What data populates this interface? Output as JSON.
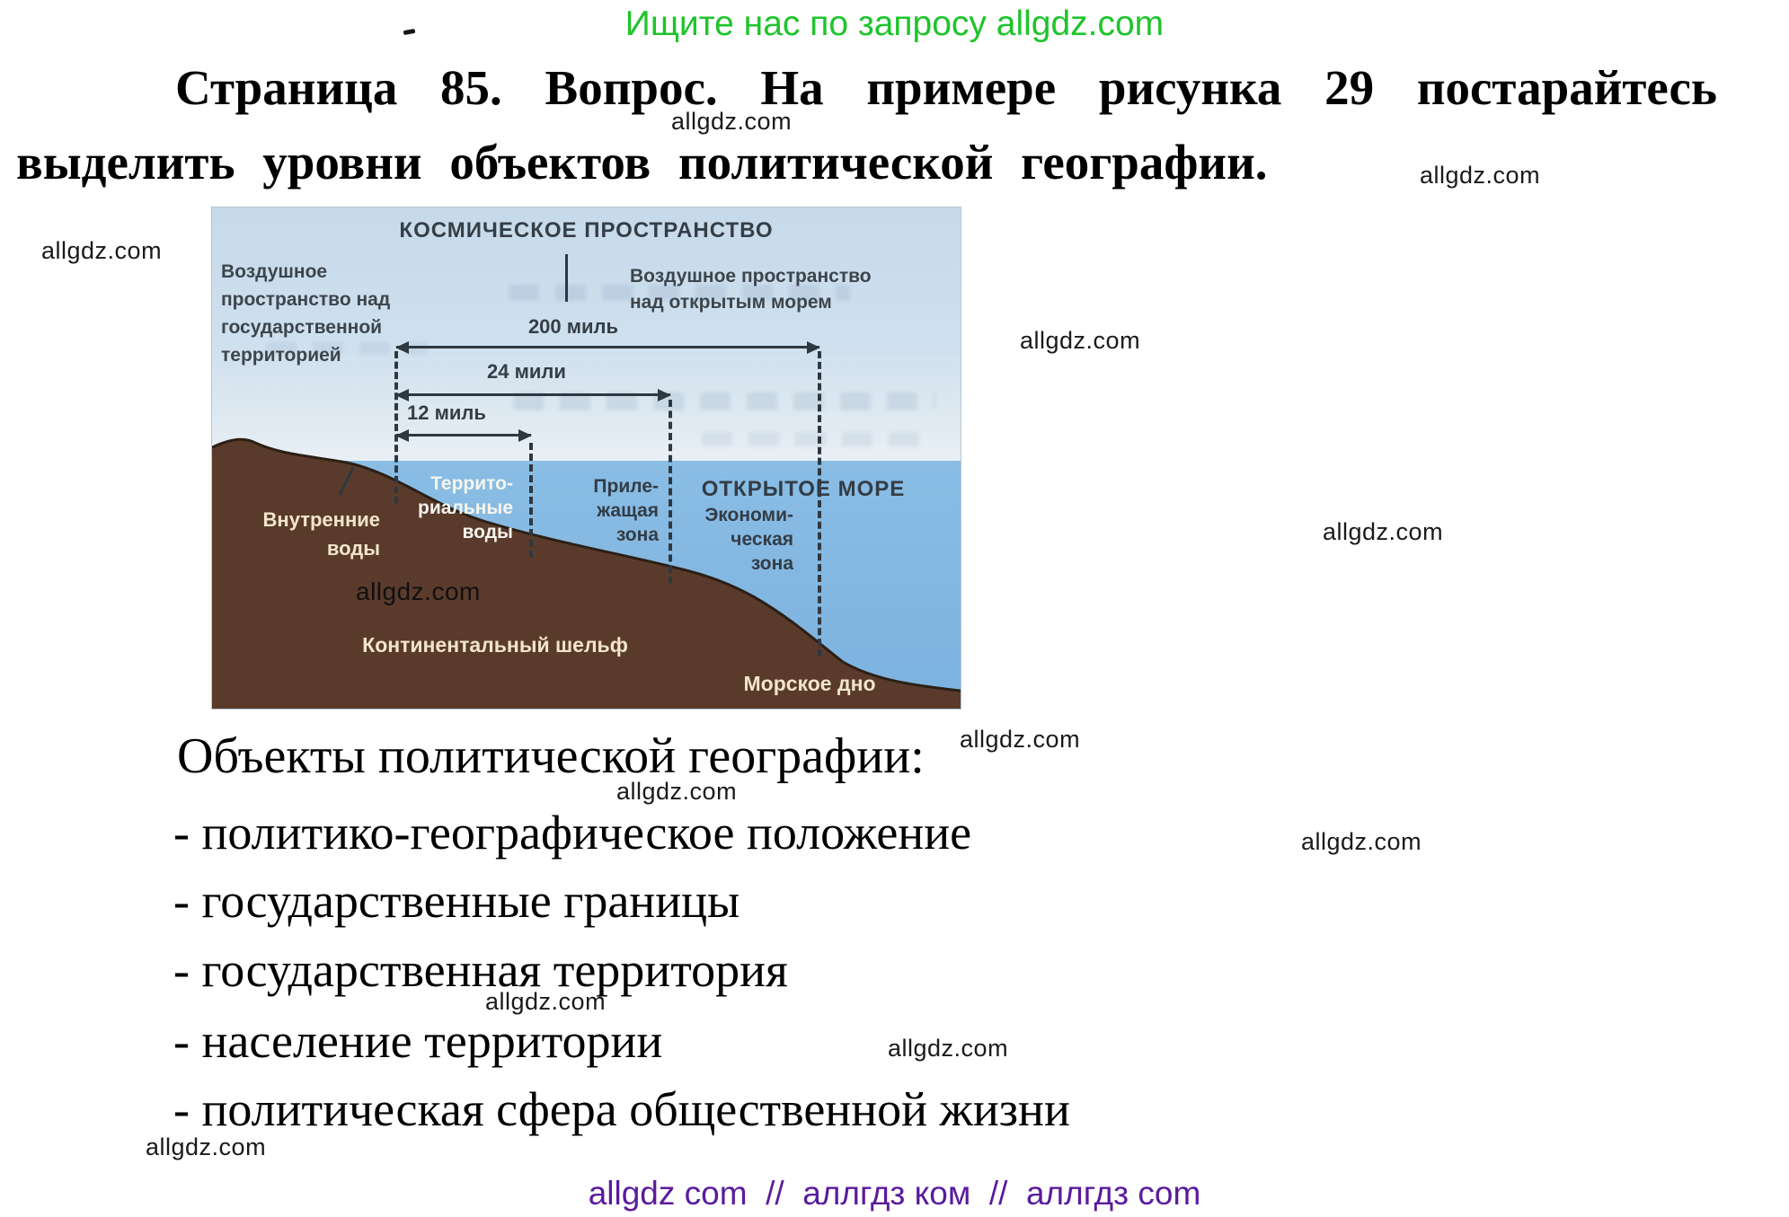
{
  "promo": {
    "text": "Ищите нас по запросу allgdz.com",
    "color": "#1ec42b"
  },
  "question": {
    "line1": "Страница 85. Вопрос. На примере рисунка 29 постарайтесь",
    "line2": "выделить уровни объектов политической географии."
  },
  "watermark": "allgdz.com",
  "diagram": {
    "title": "КОСМИЧЕСКОЕ ПРОСТРАНСТВО",
    "airspace_left": "Воздушное\nпространство над\nгосударственной\nтерриторией",
    "airspace_right": "Воздушное пространство\nнад открытым морем",
    "distances": {
      "d200": "200 миль",
      "d24": "24 мили",
      "d12": "12 миль"
    },
    "zones": {
      "internal_waters": "Внутренние\nводы",
      "territorial_waters": "Террито-\nриальные\nводы",
      "contiguous_zone": "Приле-\nжащая\nзона",
      "open_sea": "ОТКРЫТОЕ МОРЕ",
      "economic_zone": "Экономи-\nческая\nзона",
      "continental_shelf": "Континентальный шельф",
      "sea_floor": "Морское дно"
    },
    "colors": {
      "sky": "#cfe0ee",
      "water": "#7fb5e1",
      "land": "#5a3b2b"
    }
  },
  "answer": {
    "heading": "Объекты политической географии:",
    "items": [
      "- политико-географическое положение",
      "- государственные границы",
      "- государственная территория",
      "- население территории",
      "- политическая сфера общественной жизни"
    ]
  },
  "footer": {
    "text": "allgdz com  //  аллгдз ком  //  аллгдз com",
    "color": "#5a1b9d"
  }
}
